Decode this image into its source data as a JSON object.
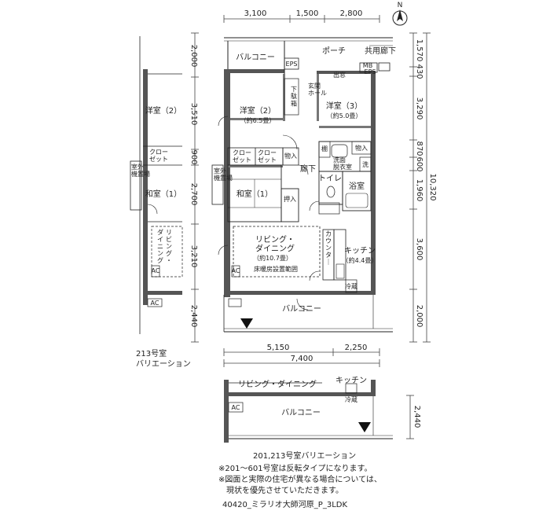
{
  "compass": {
    "north": "N"
  },
  "dims": {
    "top": [
      "3,100",
      "1,500",
      "2,800"
    ],
    "left": [
      "2,000",
      "3,510",
      "900",
      "2,700",
      "3,210",
      "2,440"
    ],
    "right": [
      "1,570",
      "430",
      "3,290",
      "870",
      "600",
      "10,320",
      "1,960",
      "3,600",
      "2,000"
    ],
    "bottom": [
      "5,150",
      "2,250",
      "7,400"
    ],
    "var_right": "2,440"
  },
  "rooms": {
    "balcony_top": "バルコニー",
    "eps": "EPS",
    "porch": "ポーチ",
    "corridor": "共用廊下",
    "mb": "MB",
    "eps2": "EPS",
    "entrance": "出窓",
    "shoes": "下\n駄\n箱",
    "hall": "玄関\nホール",
    "western2": "洋室（2）",
    "western2_size": "（約6.5畳）",
    "western3": "洋室（3）",
    "western3_size": "（約5.0畳）",
    "closet1": "クロー\nゼット",
    "closet2": "クロー\nゼット",
    "storage1": "物入",
    "storage2": "物入",
    "shelf": "棚",
    "washroom": "洗面\n脱衣室",
    "wash": "洗",
    "toilet": "トイレ",
    "hallway": "廊下",
    "bath": "浴室",
    "outdoor_unit": "室外\n機置場",
    "japanese": "和室（1）",
    "oshiire": "押入",
    "living": "リビング・\nダイニング",
    "living_size": "（約10.7畳）",
    "floor_heat": "床暖房設置範囲",
    "ac1": "AC",
    "counter": "カウンター",
    "kitchen": "キッチン",
    "kitchen_size": "（約4.4畳）",
    "fridge": "冷蔵",
    "balcony_bottom": "バルコニー"
  },
  "variant213": {
    "western2": "洋室（2）",
    "closet": "クロー\nゼット",
    "outdoor": "室外\n機置場",
    "japanese": "和室（1）",
    "living": "リビング・\nダイニング",
    "ac1": "AC",
    "ac2": "AC",
    "caption": "213号室\nバリエーション"
  },
  "variant201": {
    "living": "リビング・ダイニング",
    "kitchen": "キッチン",
    "fridge": "冷蔵",
    "ac": "AC",
    "balcony": "バルコニー",
    "caption": "201,213号室バリエーション"
  },
  "notes": "※201～601号室は反転タイプになります。\n※図面と実際の住宅が異なる場合については、\n　現状を優先させていただきます。",
  "footer": "40420_ミラリオ大師河原_P_3LDK"
}
